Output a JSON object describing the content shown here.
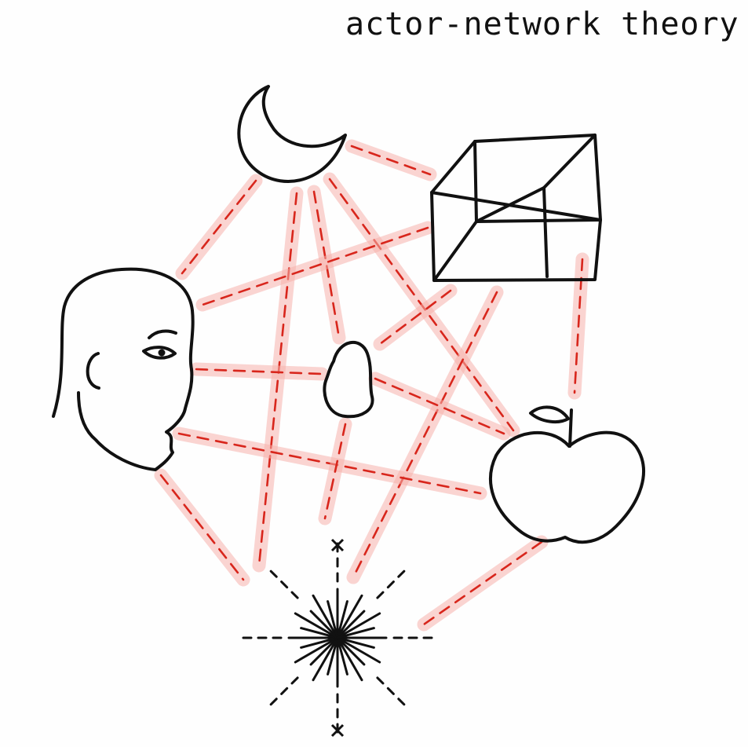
{
  "title": "actor-network theory",
  "colors": {
    "ink": "#111111",
    "link_halo": "#f6b0ab",
    "link_dash": "#d8261c"
  },
  "nodes": [
    {
      "id": "moon",
      "icon": "crescent-moon-icon"
    },
    {
      "id": "cube",
      "icon": "wireframe-cube-icon"
    },
    {
      "id": "head",
      "icon": "human-head-profile-icon"
    },
    {
      "id": "bean",
      "icon": "bean-icon"
    },
    {
      "id": "apple",
      "icon": "apple-icon"
    },
    {
      "id": "star",
      "icon": "starburst-icon"
    }
  ],
  "links": [
    {
      "from": "moon",
      "to": "cube"
    },
    {
      "from": "moon",
      "to": "head"
    },
    {
      "from": "moon",
      "to": "star"
    },
    {
      "from": "moon",
      "to": "bean"
    },
    {
      "from": "moon",
      "to": "apple"
    },
    {
      "from": "cube",
      "to": "head"
    },
    {
      "from": "cube",
      "to": "bean"
    },
    {
      "from": "cube",
      "to": "star"
    },
    {
      "from": "cube",
      "to": "apple"
    },
    {
      "from": "head",
      "to": "bean"
    },
    {
      "from": "head",
      "to": "apple"
    },
    {
      "from": "head",
      "to": "star"
    },
    {
      "from": "bean",
      "to": "apple"
    },
    {
      "from": "bean",
      "to": "star"
    },
    {
      "from": "apple",
      "to": "star"
    }
  ]
}
